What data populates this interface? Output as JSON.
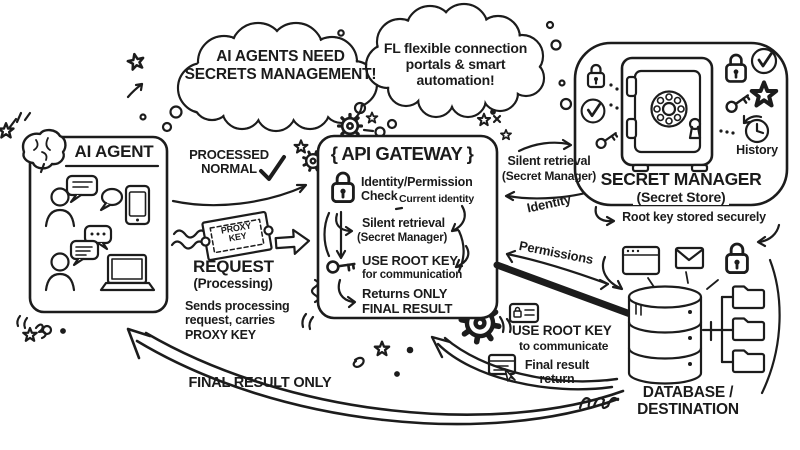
{
  "canvas": {
    "background": "#ffffff",
    "ink": "#1c1c1c"
  },
  "bubbles": {
    "need": "AI AGENTS NEED\nSECRETS MANAGEMENT!",
    "flexible": "FL flexible connection\nportals & smart\nautomation!"
  },
  "agent": {
    "title": "AI AGENT"
  },
  "gateway": {
    "title": "{ API GATEWAY }",
    "step1": "Identity/Permission\nCheck",
    "step1_note": "Current identity",
    "step2": "Silent retrieval",
    "step2_sub": "(Secret Manager)",
    "step3": "USE ROOT KEY",
    "step3_sub": "for communication",
    "step4": "Returns ONLY\nFINAL RESULT"
  },
  "secret_manager": {
    "title": "SECRET MANAGER",
    "subtitle": "(Secret Store)",
    "history": "History",
    "note": "Root key stored securely"
  },
  "database": {
    "title": "DATABASE /\nDESTINATION"
  },
  "flows": {
    "processed": "PROCESSED\nNORMAL",
    "ticket": "PROXY\nKEY",
    "request": "REQUEST",
    "request_sub": "(Processing)",
    "request_note": "Sends processing\nrequest, carries\nPROXY KEY",
    "silent_retrieval": "Silent retrieval",
    "silent_retrieval_sub": "(Secret Manager)",
    "identity": "Identity",
    "permissions": "Permissions",
    "use_root_key": "USE ROOT KEY",
    "use_root_key_sub": "to communicate",
    "final_return": "Final result\nreturn",
    "final_only": "FINAL RESULT ONLY"
  }
}
